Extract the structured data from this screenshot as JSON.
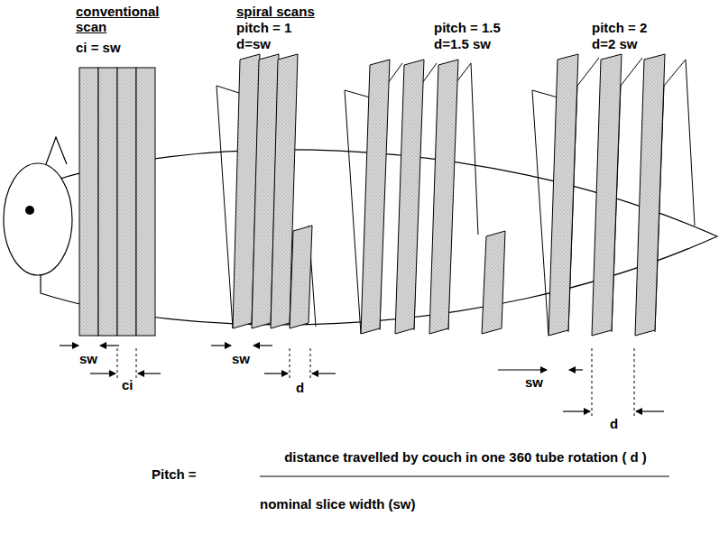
{
  "diagram": {
    "labels": [
      "conventional scan",
      "ci = sw",
      "spiral scans",
      "pitch = 1",
      "d=sw",
      "pitch = 1.5",
      "d=1.5 sw",
      "pitch = 2",
      "d=2 sw",
      "sw",
      "ci",
      "sw",
      "d",
      "sw",
      "d",
      "Pitch =",
      "distance travelled by couch in one 360 tube rotation ( d )",
      "nominal slice width (sw)"
    ]
  }
}
